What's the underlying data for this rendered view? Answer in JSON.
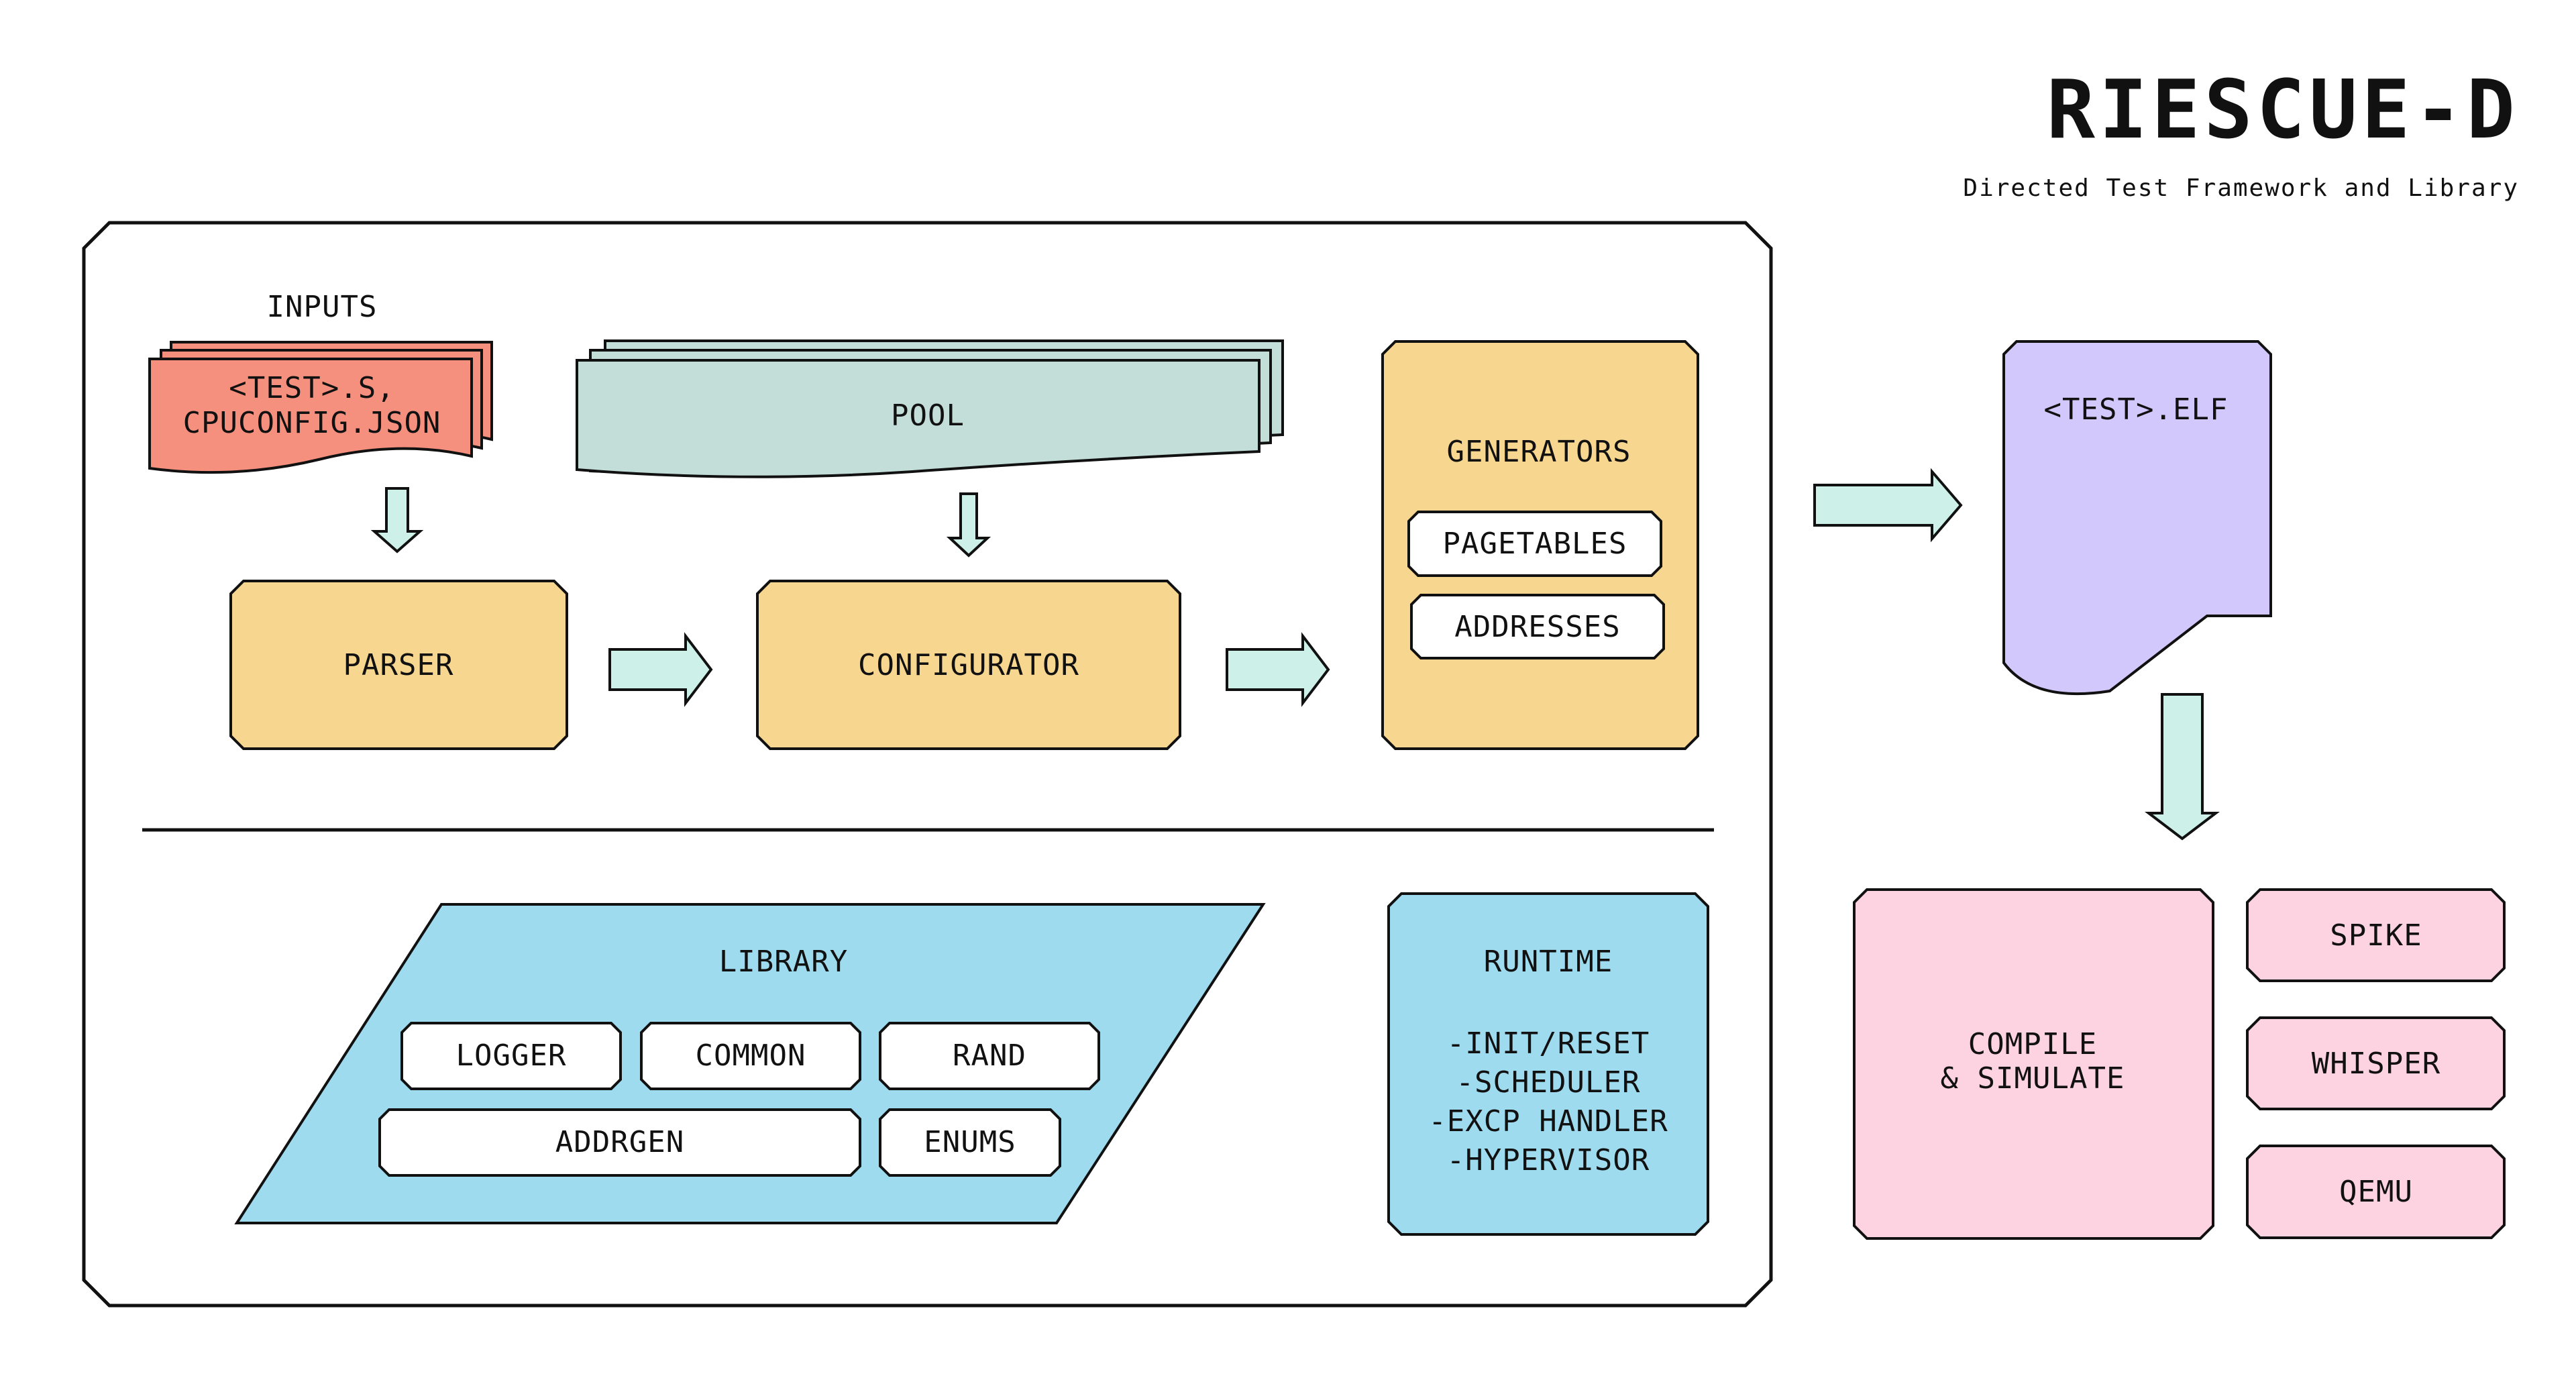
{
  "header": {
    "title": "RIESCUE-D",
    "subtitle": "Directed Test Framework and Library"
  },
  "inputs": {
    "label": "INPUTS",
    "file_line1": "<TEST>.S,",
    "file_line2": "CPUCONFIG.JSON"
  },
  "pool": {
    "label": "POOL"
  },
  "parser": {
    "label": "PARSER"
  },
  "configurator": {
    "label": "CONFIGURATOR"
  },
  "generators": {
    "label": "GENERATORS",
    "items": [
      "PAGETABLES",
      "ADDRESSES"
    ]
  },
  "library": {
    "label": "LIBRARY",
    "modules": [
      "LOGGER",
      "COMMON",
      "RAND",
      "ADDRGEN",
      "ENUMS"
    ]
  },
  "runtime": {
    "label": "RUNTIME",
    "items": [
      "-INIT/RESET",
      "-SCHEDULER",
      "-EXCP HANDLER",
      "-HYPERVISOR"
    ]
  },
  "elf": {
    "label": "<TEST>.ELF"
  },
  "compile": {
    "line1": "COMPILE",
    "line2": "& SIMULATE"
  },
  "simulators": [
    "SPIKE",
    "WHISPER",
    "QEMU"
  ],
  "colors": {
    "inputs": "#f6907e",
    "pool": "#c3ddd8",
    "stage": "#f7d690",
    "library": "#9fdbef",
    "elf": "#d2c8fb",
    "simulate": "#fdd3e2",
    "arrow": "#cdf1e8",
    "white": "#ffffff",
    "stroke": "#111111"
  }
}
